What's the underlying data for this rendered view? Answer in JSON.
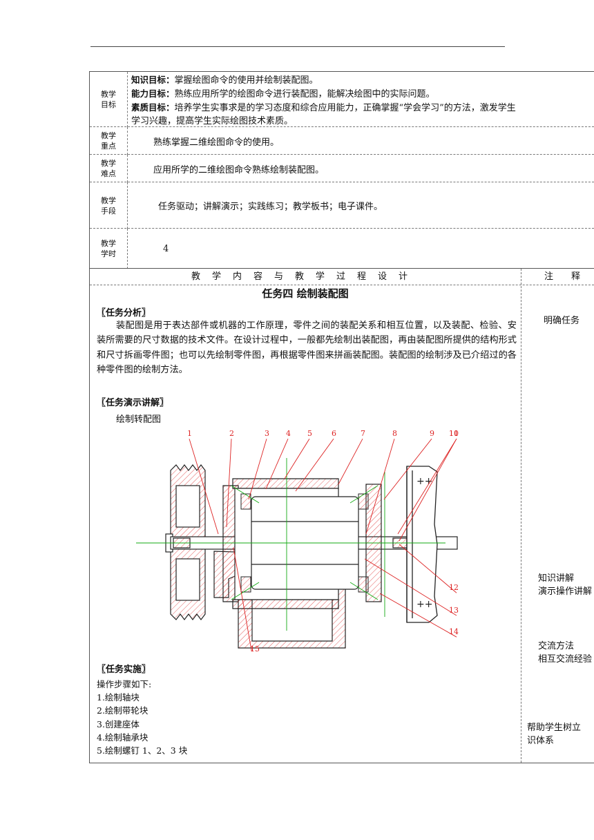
{
  "objectives": {
    "label": [
      "教学",
      "目标"
    ],
    "knowledge_title": "知识目标：",
    "knowledge_text": "掌握绘图命令的使用并绘制装配图。",
    "ability_title": "能力目标：",
    "ability_text": "熟练应用所学的绘图命令进行装配图，能解决绘图中的实际问题。",
    "quality_title": "素质目标：",
    "quality_text_1": "培养学生实事求是的学习态度和综合应用能力，正确掌握“学会学习”的方法，激发学生",
    "quality_text_2": "学习兴趣，提高学生实际绘图技术素质。"
  },
  "key_points": {
    "label": [
      "教学",
      "重点"
    ],
    "text": "熟练掌握二维绘图命令的使用。"
  },
  "difficulties": {
    "label": [
      "教学",
      "难点"
    ],
    "text": "应用所学的二维绘图命令熟练绘制装配图。"
  },
  "methods": {
    "label": [
      "教学",
      "手段"
    ],
    "text": "任务驱动；讲解演示；实践练习；教学板书；电子课件。"
  },
  "hours": {
    "label": [
      "教学",
      "学时"
    ],
    "text": "4"
  },
  "design_header": "教学内容与教学过程设计",
  "notes_header": "注释",
  "task_title": "任务四  绘制装配图",
  "analysis": {
    "heading": "〖任务分析〗",
    "text": "装配图是用于表达部件或机器的工作原理，零件之间的装配关系和相互位置，以及装配、检验、安装所需要的尺寸数据的技术文件。在设计过程中，一般都先绘制出装配图，再由装配图所提供的结构形式和尺寸拆画零件图；也可以先绘制零件图，再根据零件图来拼画装配图。装配图的绘制涉及已介绍过的各种零件图的绘制方法。"
  },
  "demo": {
    "heading": "〖任务演示讲解〗",
    "subtitle": "绘制转配图"
  },
  "drawing_labels": [
    "1",
    "2",
    "3",
    "4",
    "5",
    "6",
    "7",
    "8",
    "9",
    "10",
    "11",
    "12",
    "13",
    "14",
    "15"
  ],
  "implement": {
    "heading": "〖任务实施〗",
    "steps": [
      "操作步骤如下:",
      "1.绘制轴块",
      "2.绘制带轮块",
      "3.创建座体",
      "4.绘制轴承块",
      "5.绘制螺钉 1、2、3 块"
    ]
  },
  "notes": {
    "n1": "明确任务",
    "n2a": "知识讲解",
    "n2b": "演示操作讲解",
    "n3a": "交流方法",
    "n3b": "相互交流经验",
    "n4a": "帮助学生树立",
    "n4b": "识体系"
  },
  "colors": {
    "leader": "#d22",
    "hatch": "#d33",
    "center": "#1a1",
    "outline": "#222"
  }
}
